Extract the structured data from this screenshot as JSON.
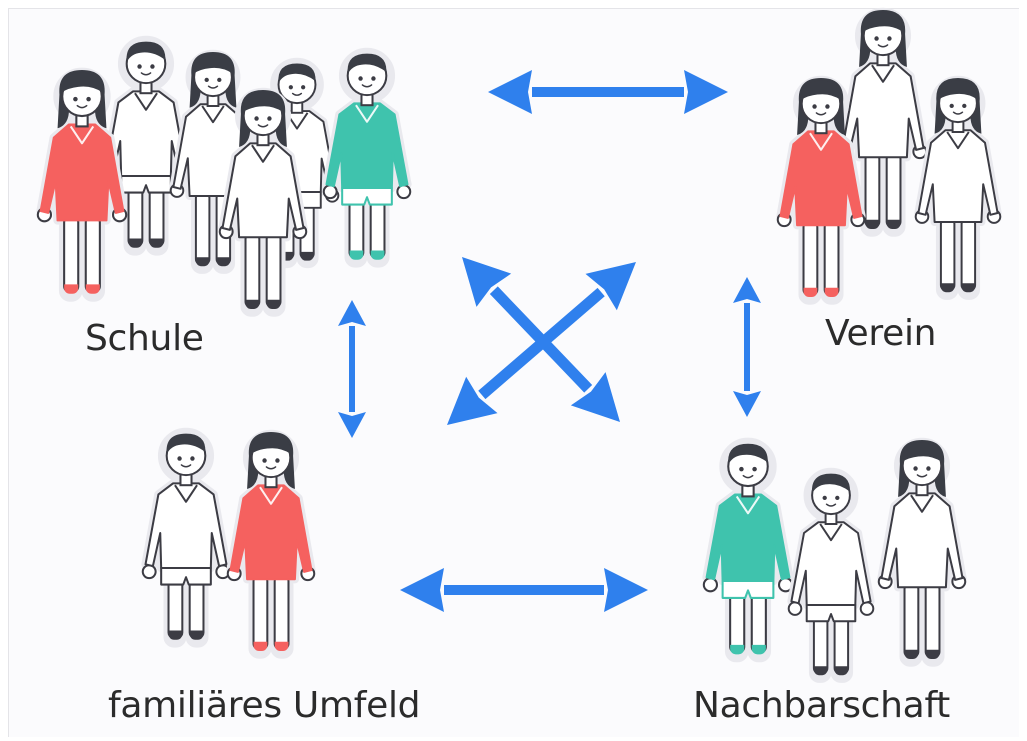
{
  "colors": {
    "arrow": "#2f80ed",
    "outline": "#3c3c44",
    "red": "#f5615f",
    "teal": "#3fc3ad",
    "white": "#ffffff",
    "skin": "#ffffff",
    "hair": "#3a3d45",
    "halo": "#e9e9ee"
  },
  "groups": {
    "schule": {
      "label": "Schule",
      "icon": "group-of-people-icon"
    },
    "verein": {
      "label": "Verein",
      "icon": "group-of-people-icon"
    },
    "familie": {
      "label": "familiäres Umfeld",
      "icon": "couple-icon"
    },
    "nachbarschaft": {
      "label": "Nachbarschaft",
      "icon": "group-of-people-icon"
    }
  },
  "connections": [
    {
      "from": "schule",
      "to": "verein",
      "direction": "bidirectional"
    },
    {
      "from": "schule",
      "to": "familie",
      "direction": "bidirectional"
    },
    {
      "from": "verein",
      "to": "nachbarschaft",
      "direction": "bidirectional"
    },
    {
      "from": "familie",
      "to": "nachbarschaft",
      "direction": "bidirectional"
    },
    {
      "from": "schule",
      "to": "nachbarschaft",
      "direction": "bidirectional"
    },
    {
      "from": "verein",
      "to": "familie",
      "direction": "bidirectional"
    }
  ]
}
